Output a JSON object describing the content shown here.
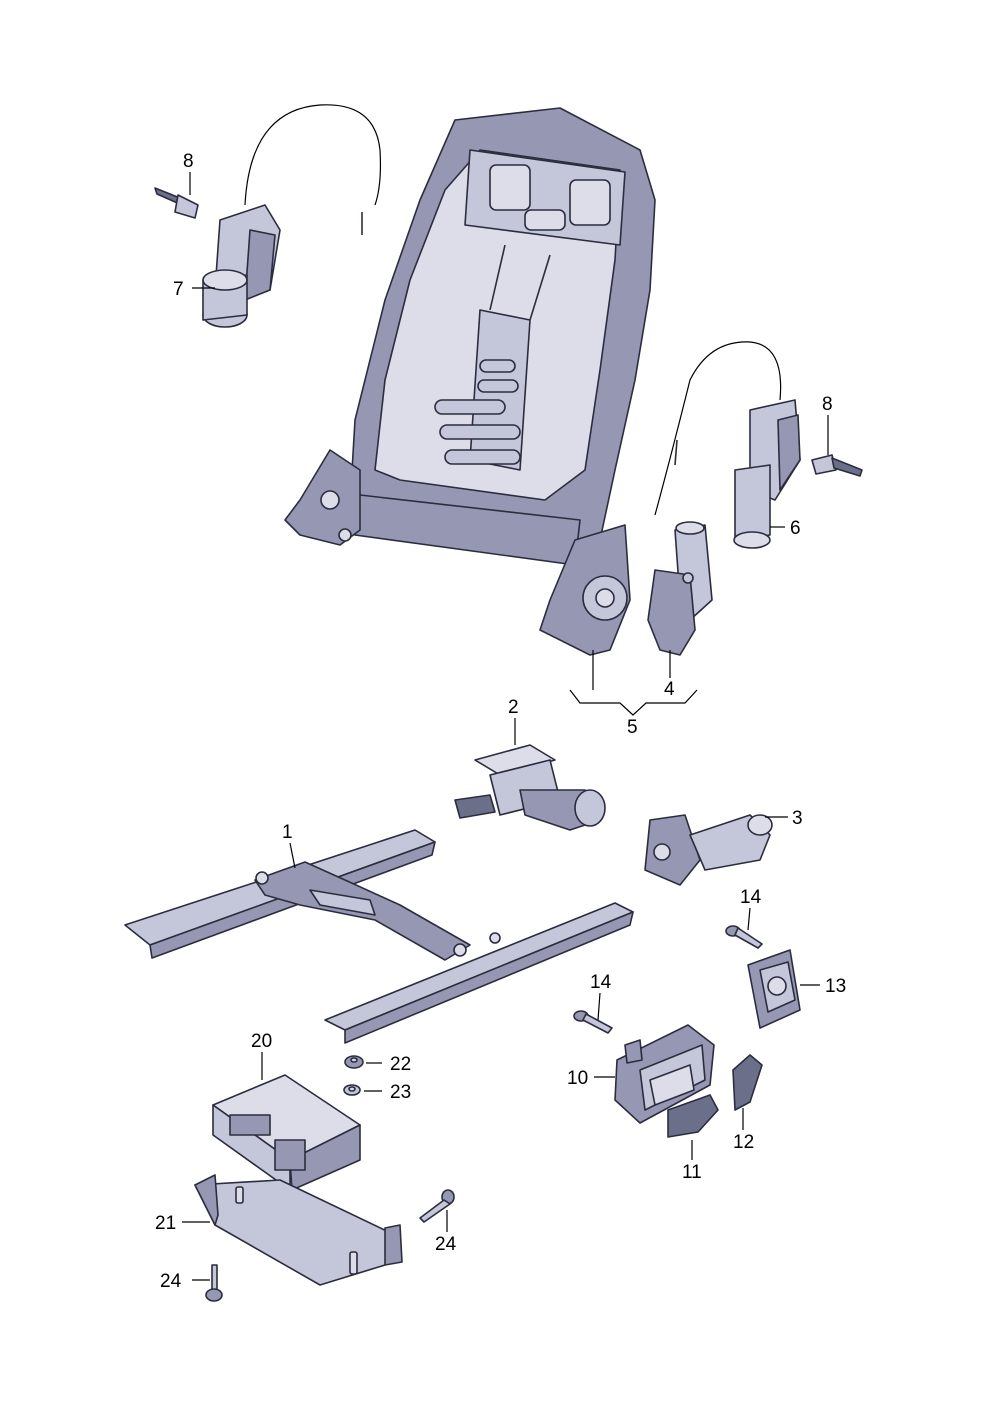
{
  "callouts": {
    "c1": "1",
    "c2": "2",
    "c3": "3",
    "c4": "4",
    "c5": "5",
    "c6": "6",
    "c7": "7",
    "c8a": "8",
    "c8b": "8",
    "c10": "10",
    "c11": "11",
    "c12": "12",
    "c13": "13",
    "c14a": "14",
    "c14b": "14",
    "c20": "20",
    "c21": "21",
    "c22": "22",
    "c23": "23",
    "c24a": "24",
    "c24b": "24"
  },
  "colors": {
    "outline": "#2b2d3e",
    "shade_dark": "#6c6f8a",
    "shade_mid": "#9698b3",
    "shade_light": "#c4c6d9",
    "background": "#ffffff"
  }
}
